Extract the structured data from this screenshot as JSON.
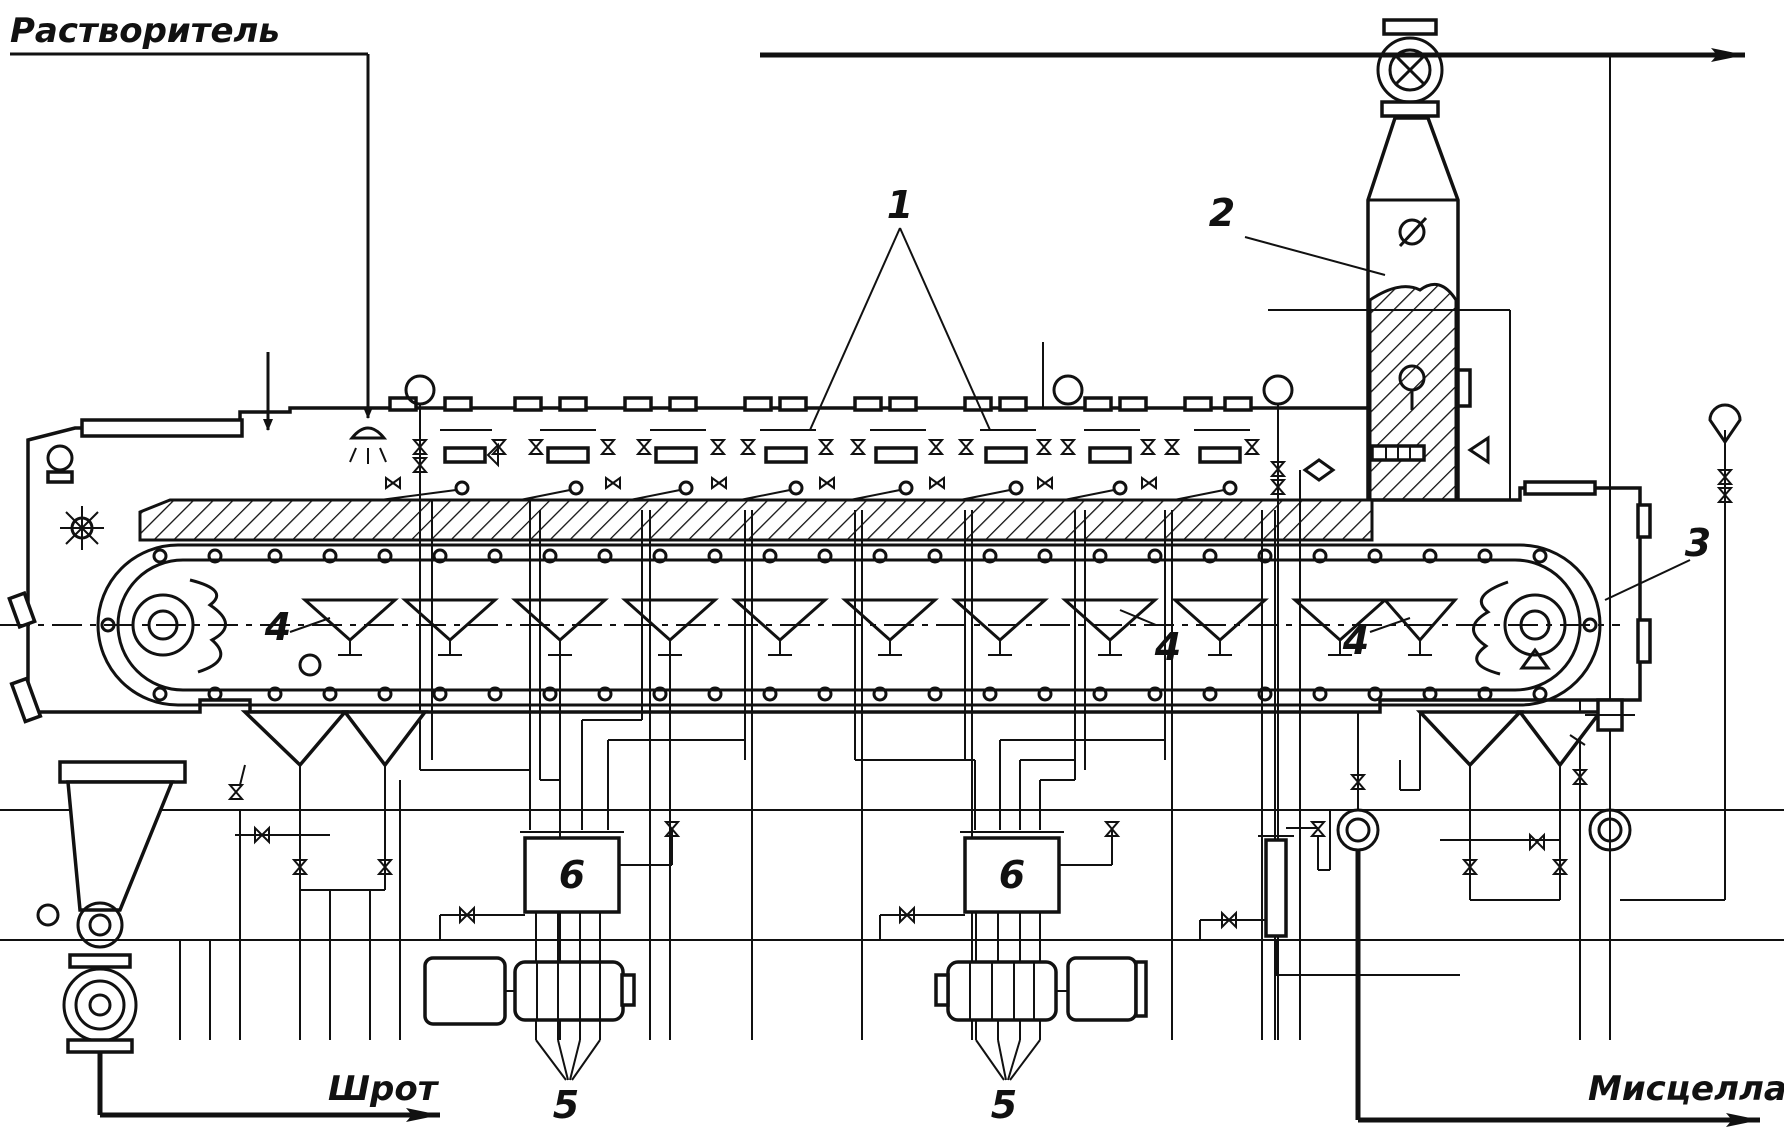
{
  "flows": {
    "solvent": "Растворитель",
    "meal": "Шрот",
    "miscella": "Мисцелла"
  },
  "callouts": {
    "c1": "1",
    "c2": "2",
    "c3": "3",
    "c4a": "4",
    "c4b": "4",
    "c4c": "4",
    "c5a": "5",
    "c5b": "5",
    "c6a": "6",
    "c6b": "6"
  },
  "colors": {
    "line": "#111111",
    "background": "#ffffff"
  }
}
